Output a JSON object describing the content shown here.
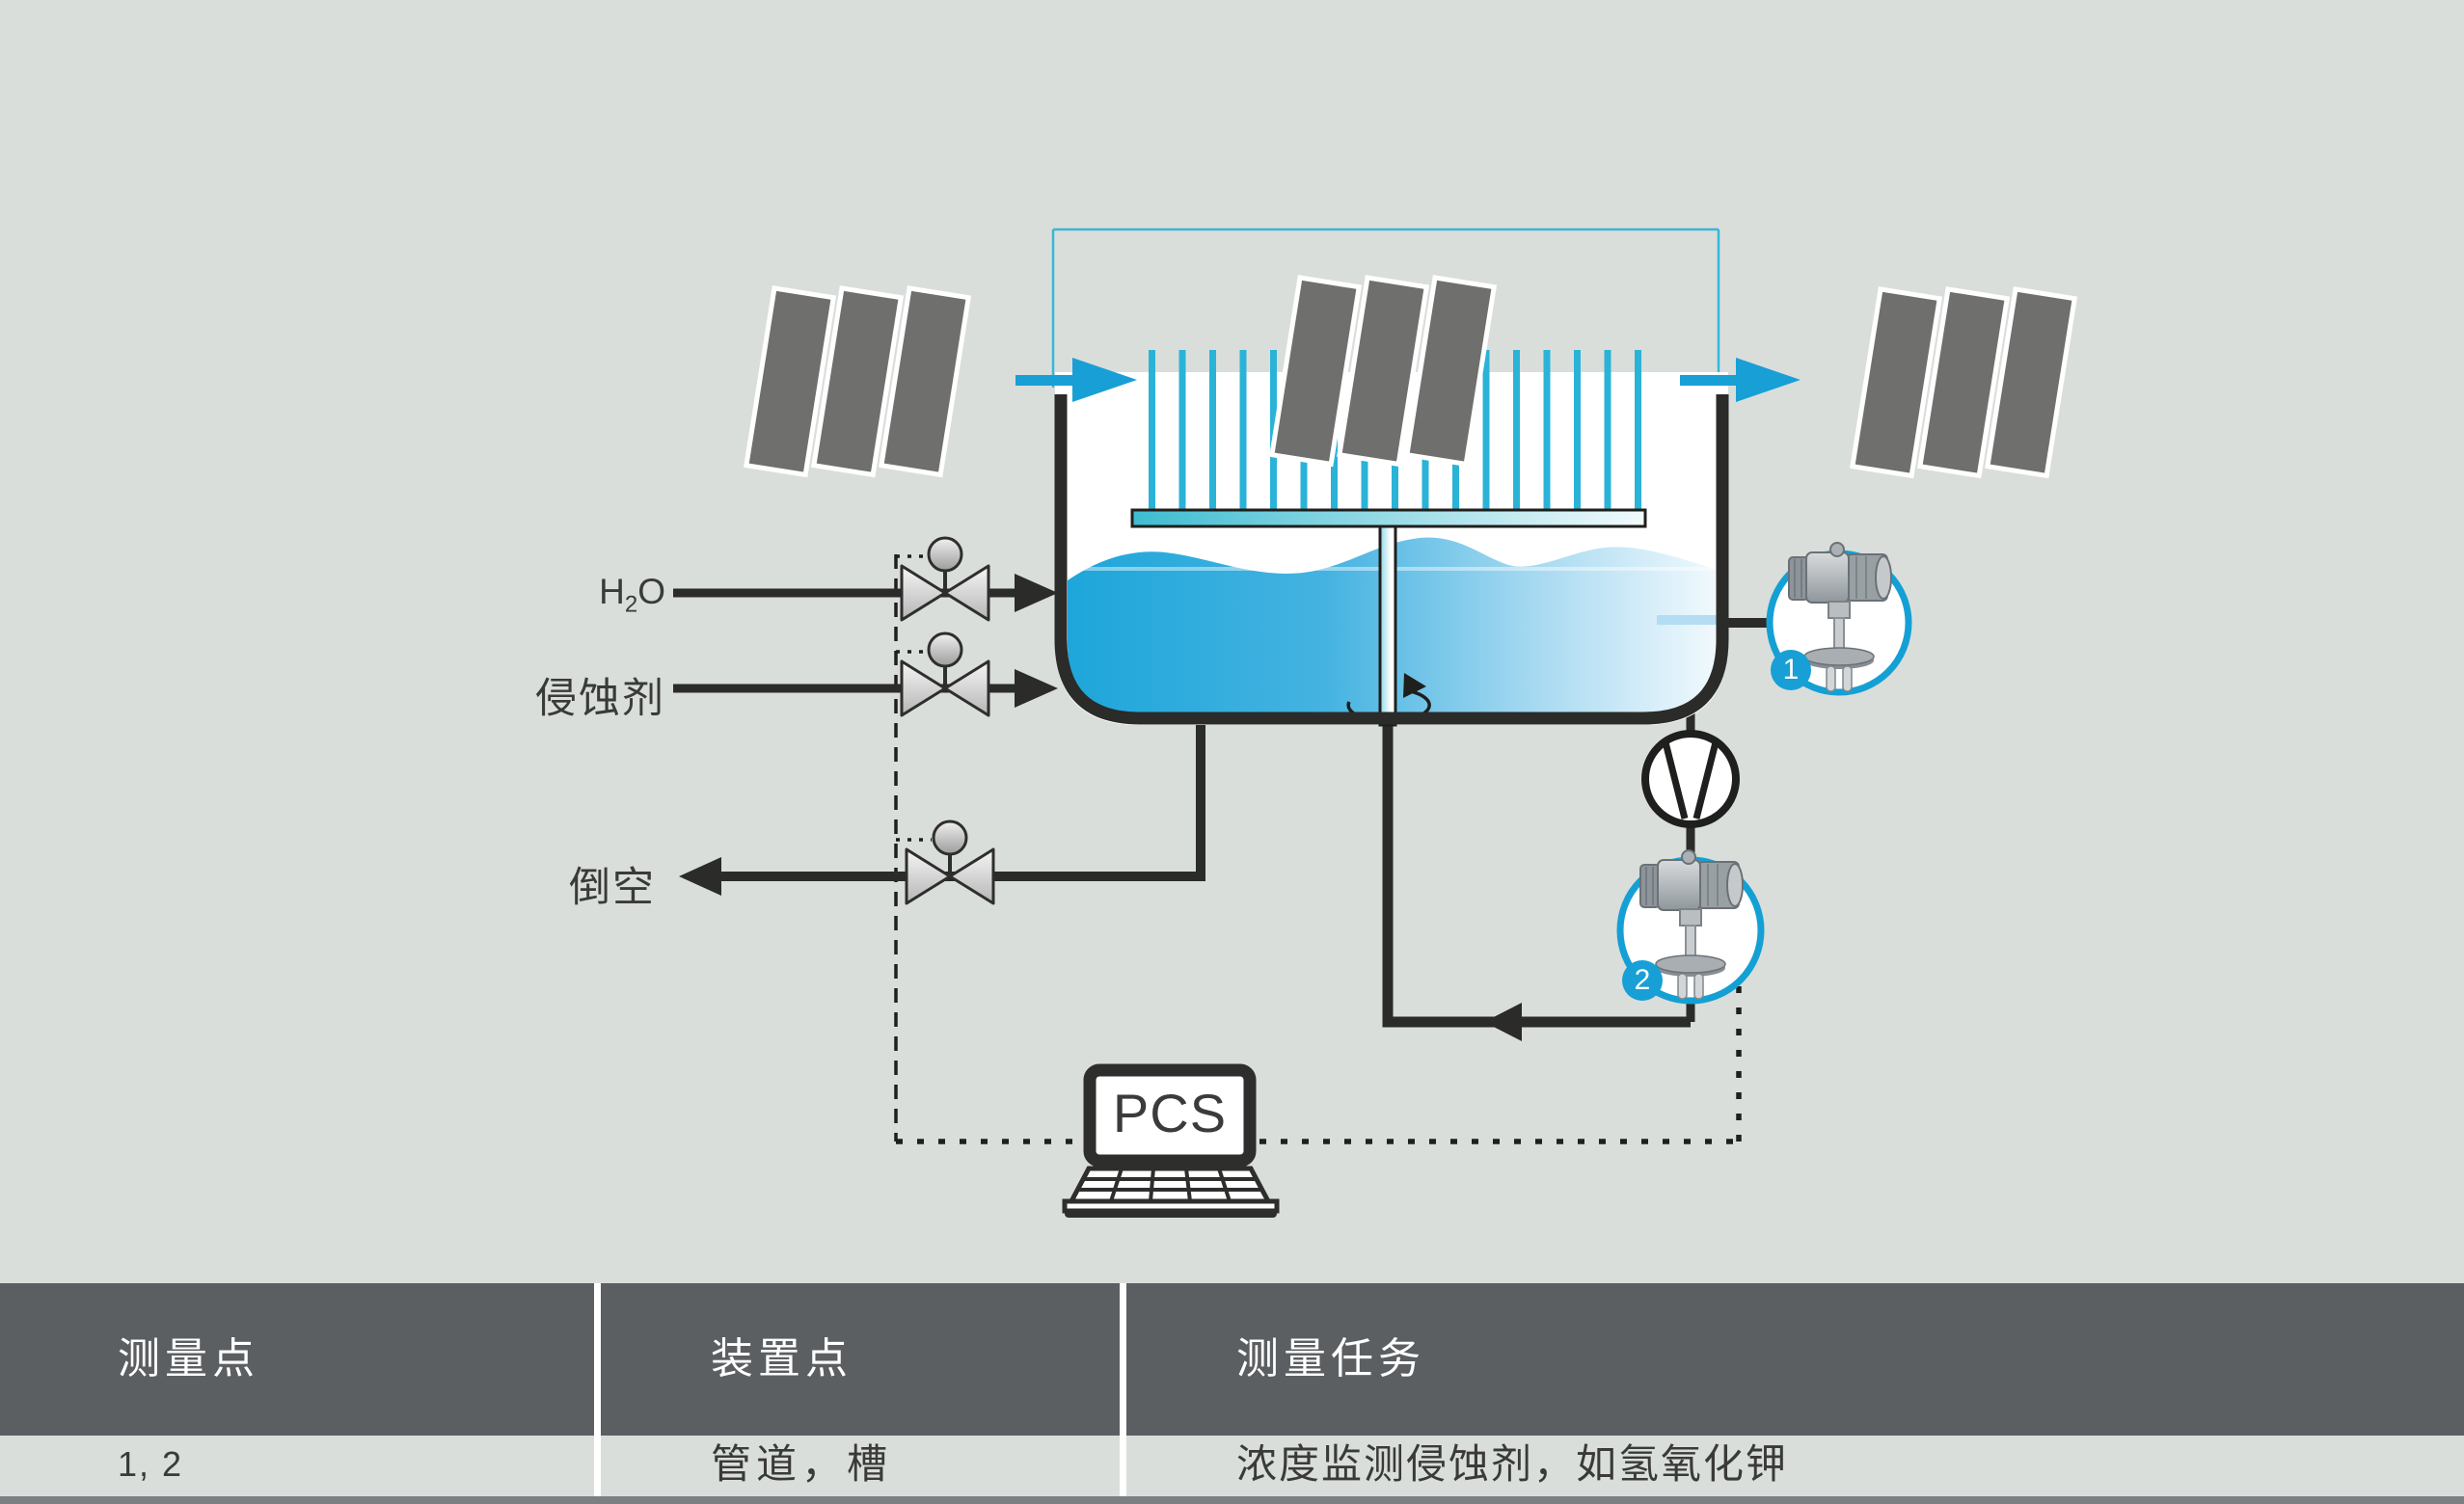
{
  "diagram": {
    "pipe_labels": {
      "water_h": "H",
      "water_sub": "2",
      "water_o": "O",
      "corrosive": "侵蚀剂",
      "drain": "倒空"
    },
    "pcs_label": "PCS",
    "sensors": [
      {
        "badge": "1"
      },
      {
        "badge": "2"
      }
    ]
  },
  "table": {
    "headers": [
      "测量点",
      "装置点",
      "测量任务"
    ],
    "row": {
      "measuring_point": "1, 2",
      "installation_point": "管道，槽",
      "measuring_task": "浓度监测侵蚀剂，如氢氧化钾"
    }
  },
  "colors": {
    "background": "#d9dedb",
    "accent_cyan": "#189fd6",
    "loop_cyan": "#3ab6d8",
    "tine_cyan": "#2ab3d7",
    "panel_gray": "#6f6f6d",
    "line_dark": "#2b2b29",
    "water_left": "#1ea6da",
    "water_right": "#f1f9fd",
    "probe_light_blue": "#b4dcf3",
    "table_header_bg": "#5b5f62",
    "table_bottom_bar": "#7b7f82"
  }
}
